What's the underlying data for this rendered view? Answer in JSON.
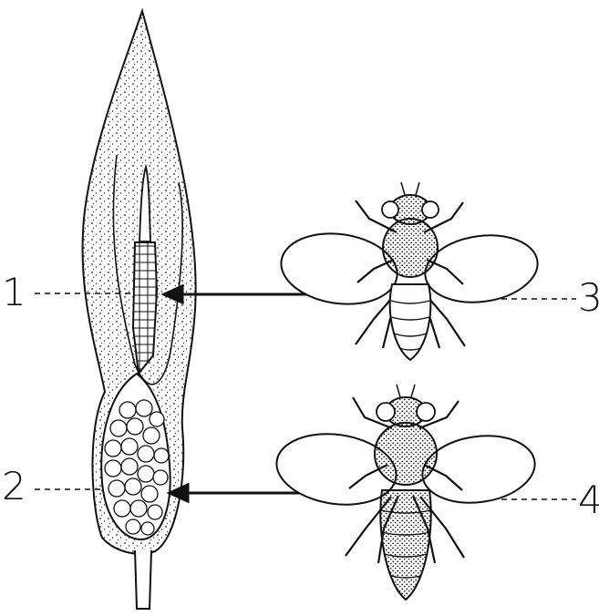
{
  "labels": {
    "spadix_male_zone": "1",
    "spadix_female_zone": "2",
    "fly_upper": "3",
    "fly_lower": "4"
  },
  "colors": {
    "ink": "#111111",
    "paper": "#ffffff"
  }
}
